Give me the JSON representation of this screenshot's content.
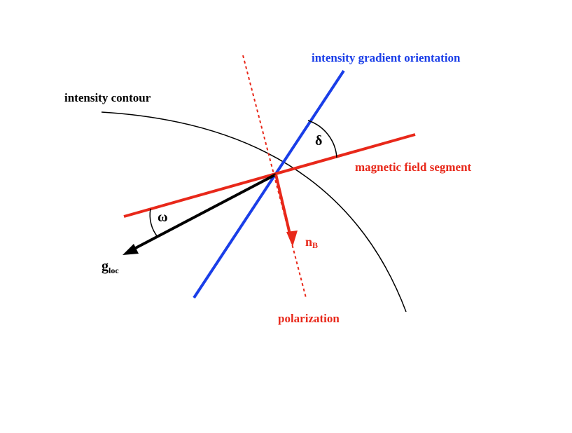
{
  "labels": {
    "intensity_contour": "intensity contour",
    "gradient_orientation": "intensity gradient orientation",
    "magnetic_field_segment": "magnetic field segment",
    "polarization": "polarization",
    "delta": "δ",
    "omega": "ω",
    "nb_main": "n",
    "nb_sub": "B",
    "gloc_main": "g",
    "gloc_sub": "loc"
  },
  "colors": {
    "red": "#e8281a",
    "blue": "#1a3ee8",
    "black": "#000000"
  }
}
